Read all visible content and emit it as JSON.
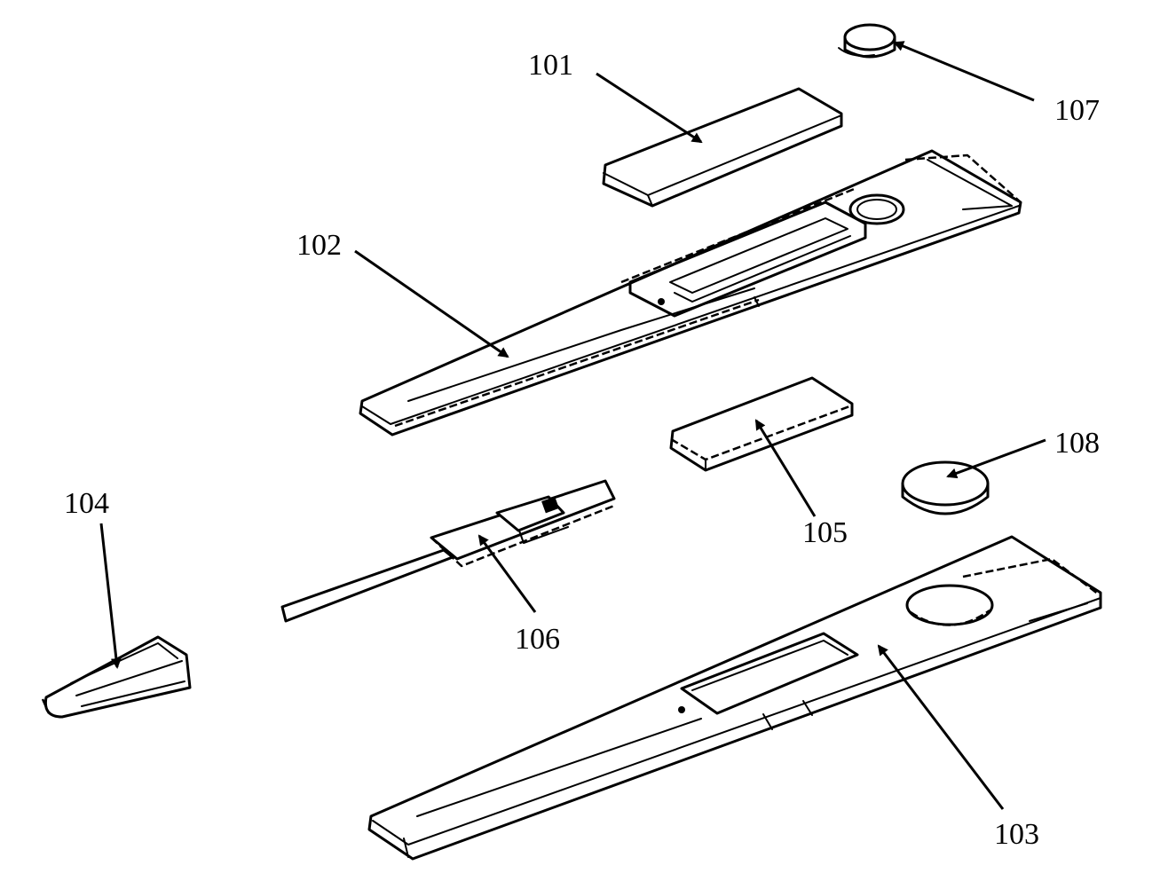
{
  "labels": {
    "l101": "101",
    "l102": "102",
    "l103": "103",
    "l104": "104",
    "l105": "105",
    "l106": "106",
    "l107": "107",
    "l108": "108"
  }
}
